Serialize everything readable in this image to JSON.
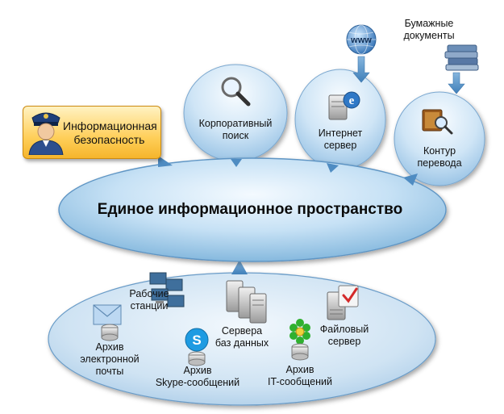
{
  "center": {
    "label": "Единое информационное пространство"
  },
  "security": {
    "label_line1": "Информационная",
    "label_line2": "безопасность"
  },
  "bubbles": {
    "search": {
      "line1": "Корпоративный",
      "line2": "поиск"
    },
    "internet": {
      "line1": "Интернет",
      "line2": "сервер"
    },
    "translation": {
      "line1": "Контур",
      "line2": "перевода"
    }
  },
  "sources": {
    "www": "www",
    "paper_line1": "Бумажные",
    "paper_line2": "документы"
  },
  "bottom": {
    "workstations": {
      "line1": "Рабочие",
      "line2": "станции"
    },
    "db_servers": {
      "line1": "Сервера",
      "line2": "баз данных"
    },
    "file_server": {
      "line1": "Файловый",
      "line2": "сервер"
    },
    "email_archive": {
      "line1": "Архив",
      "line2": "электронной",
      "line3": "почты"
    },
    "skype_archive": {
      "line1": "Архив",
      "line2": "Skype-сообщений"
    },
    "it_archive": {
      "line1": "Архив",
      "line2": "IT-сообщений"
    }
  },
  "colors": {
    "ellipse_light": "#e4f2fc",
    "ellipse_mid": "#b7daf2",
    "ellipse_dark": "#7fb4dc",
    "arrow_blue": "#5b95c7",
    "security_box": "#ffcf5a"
  }
}
